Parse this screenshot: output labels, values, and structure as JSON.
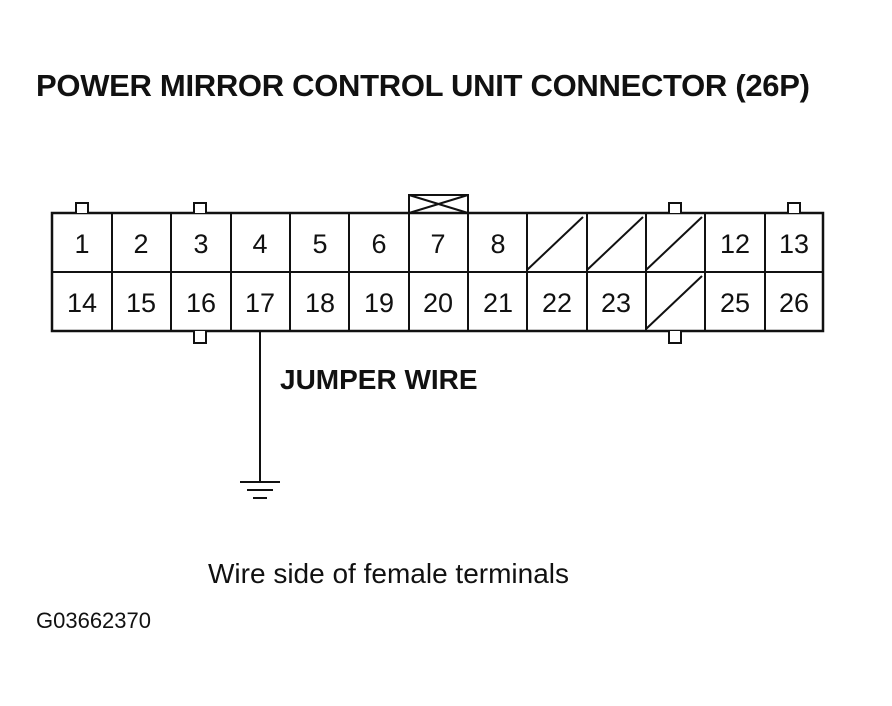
{
  "title": "POWER MIRROR CONTROL UNIT CONNECTOR (26P)",
  "connector": {
    "rows": [
      [
        "1",
        "2",
        "3",
        "4",
        "5",
        "6",
        "7",
        "8",
        "",
        "",
        "",
        "12",
        "13"
      ],
      [
        "14",
        "15",
        "16",
        "17",
        "18",
        "19",
        "20",
        "21",
        "22",
        "23",
        "",
        "25",
        "26"
      ]
    ]
  },
  "jumper_label": "JUMPER WIRE",
  "caption": "Wire side of female terminals",
  "figure_code": "G03662370"
}
